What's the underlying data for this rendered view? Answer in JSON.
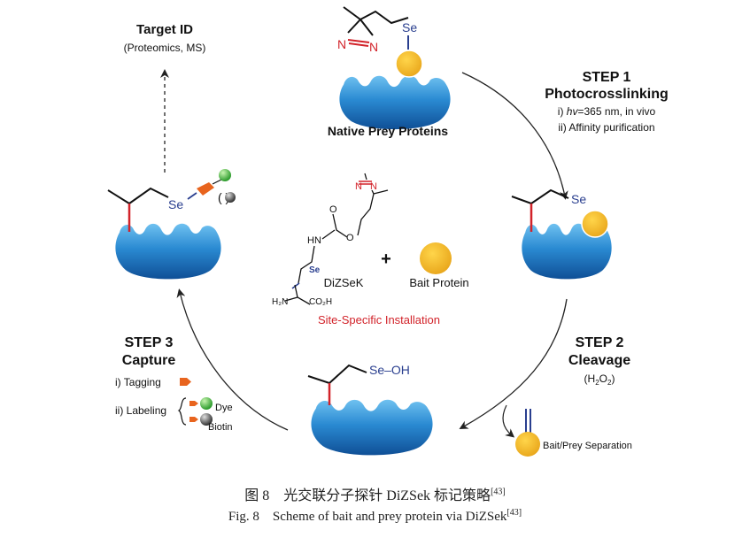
{
  "diagram": {
    "target": {
      "title": "Target ID",
      "subtitle": "(Proteomics, MS)"
    },
    "native": {
      "label": "Native Prey Proteins",
      "se": "Se",
      "diazirine_n1": "N",
      "diazirine_n2": "N"
    },
    "step1": {
      "title": "STEP 1",
      "name": "Photocrosslinking",
      "cond1_prefix": "i) ",
      "cond1_hv": "hv",
      "cond1_rest": "=365 nm, in vivo",
      "cond2": "ii) Affinity purification"
    },
    "step2": {
      "title": "STEP 2",
      "name": "Cleavage",
      "cond_pre": "(H",
      "cond_sub": "2",
      "cond_mid": "O",
      "cond_sub2": "2",
      "cond_post": ")",
      "separation": "Bait/Prey Separation"
    },
    "step3": {
      "title": "STEP 3",
      "name": "Capture",
      "tagging": "i) Tagging",
      "labeling": "ii) Labeling",
      "dye": "Dye",
      "biotin": "Biotin"
    },
    "center": {
      "molecule": "DiZSeK",
      "plus": "+",
      "bait": "Bait Protein",
      "installation": "Site-Specific Installation",
      "atoms": {
        "n1": "N",
        "n2": "N",
        "o_ester": "O",
        "o_carbonyl": "O",
        "nh": "HN",
        "se": "Se",
        "h2n": "H₂N",
        "co2h": "CO₂H"
      }
    },
    "labels": {
      "se": "Se",
      "seoh": "Se–OH",
      "captured_paren": "(   )"
    }
  },
  "colors": {
    "protein": "#1f7dc4",
    "bait": "#f0b323",
    "linker_red": "#d2232a",
    "se_blue": "#2a3f8f",
    "installation_red": "#d2232a",
    "tag_orange": "#e8641e",
    "dye_green": "#3aa63a",
    "biotin_gray": "#444444"
  },
  "captions": {
    "cn_fig": "图 8",
    "cn_text": "光交联分子探针 DiZSek 标记策略",
    "cn_ref": "[43]",
    "en_fig": "Fig. 8",
    "en_text": "Scheme of bait and prey protein via DiZSek",
    "en_ref": "[43]"
  }
}
